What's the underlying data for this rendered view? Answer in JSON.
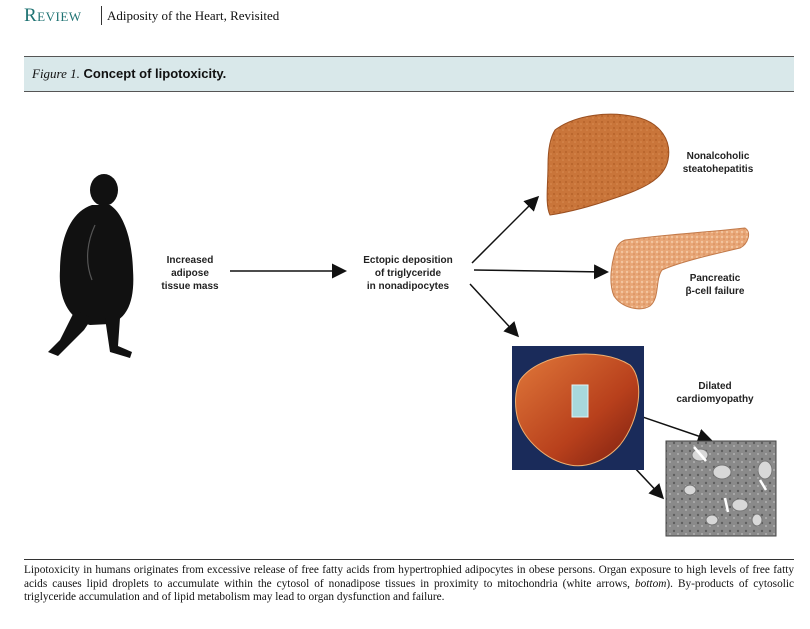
{
  "header": {
    "section": "Review",
    "running_title": "Adiposity of the Heart, Revisited"
  },
  "figure": {
    "label": "Figure 1.",
    "title": "Concept of lipotoxicity."
  },
  "diagram": {
    "increased_adipose": [
      "Increased",
      "adipose",
      "tissue mass"
    ],
    "ectopic": [
      "Ectopic deposition",
      "of triglyceride",
      "in nonadipocytes"
    ],
    "nash": [
      "Nonalcoholic",
      "steatohepatitis"
    ],
    "pancreatic": [
      "Pancreatic",
      "β-cell failure"
    ],
    "cardiomyopathy": [
      "Dilated",
      "cardiomyopathy"
    ]
  },
  "caption": {
    "part1": "Lipotoxicity in humans originates from excessive release of free fatty acids from hypertrophied adipocytes in obese persons. Organ exposure to high levels of free fatty acids causes lipid droplets to accumulate within the cytosol of nonadipose tissues in proximity to mitochondria (white arrows, ",
    "emph": "bottom",
    "part2": "). By-products of cytosolic triglyceride accumulation and of lipid metabolism may lead to organ dysfunction and failure."
  },
  "colors": {
    "review_teal": "#1f7373",
    "band": "#d9e8ea",
    "liver": "#c9753a",
    "pancreas": "#e8a676",
    "heart": "#c8502a"
  }
}
